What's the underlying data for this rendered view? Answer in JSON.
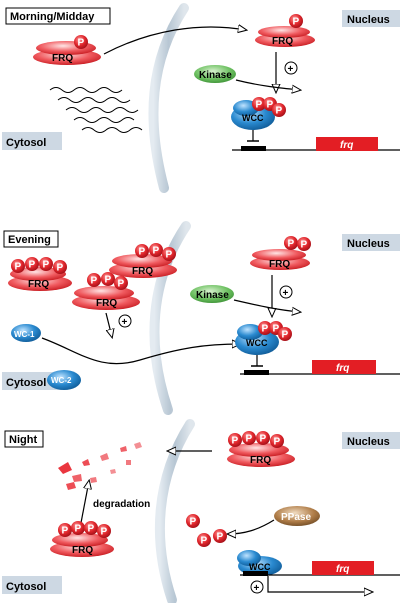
{
  "panels": [
    {
      "title": "Morning/Midday",
      "nucleus_label": "Nucleus",
      "cytosol_label": "Cytosol",
      "frq_label": "FRQ",
      "kinase_label": "Kinase",
      "wcc_label": "WCC",
      "plus_symbol": "+",
      "gene_label": "frq",
      "p_label": "P"
    },
    {
      "title": "Evening",
      "nucleus_label": "Nucleus",
      "cytosol_label": "Cytosol",
      "frq_label": "FRQ",
      "kinase_label": "Kinase",
      "wcc_label": "WCC",
      "wc1_label": "WC-1",
      "wc2_label": "WC-2",
      "plus_symbol": "+",
      "gene_label": "frq",
      "p_label": "P"
    },
    {
      "title": "Night",
      "nucleus_label": "Nucleus",
      "cytosol_label": "Cytosol",
      "frq_label": "FRQ",
      "degradation_label": "degradation",
      "ppase_label": "PPase",
      "wcc_label": "WCC",
      "plus_symbol": "+",
      "gene_label": "frq",
      "p_label": "P"
    }
  ],
  "colors": {
    "frq_fill": "#e8202a",
    "p_fill": "#d8232a",
    "kinase_fill": "#5cb85c",
    "wc_fill": "#1f7fc4",
    "ppase_fill": "#9a6a3a",
    "gene_box": "#e31e24",
    "membrane": "#c9d6e0",
    "label_box": "#cdd8e3"
  }
}
